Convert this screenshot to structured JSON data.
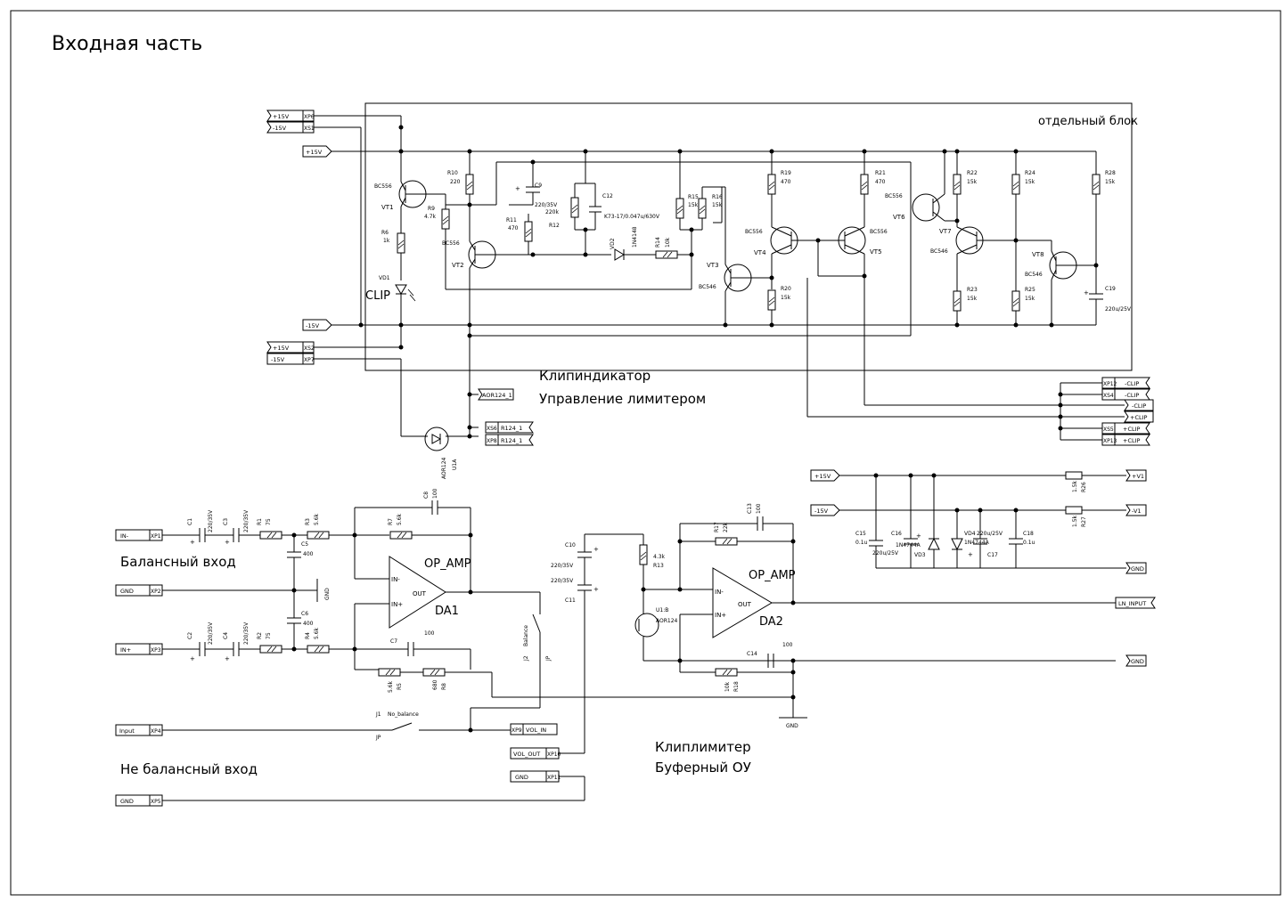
{
  "title": "Входная часть",
  "block_label": "отдельный блок",
  "captions": {
    "clip_indicator": "Клипиндикатор",
    "limiter_control": "Управление лимитером",
    "balanced_input": "Балансный вход",
    "unbalanced_input": "Не балансный вход",
    "clip_limiter": "Клиплимитер",
    "buffer_opamp": "Буферный ОУ"
  },
  "connectors": {
    "p15v_top": {
      "net": "+15V",
      "pin": "XP6"
    },
    "m15v_top": {
      "net": "-15V",
      "pin": "XS1"
    },
    "p15v_rail": "+15V",
    "m15v_rail": "-15V",
    "p15v_bot": {
      "net": "+15V",
      "pin": "XS2"
    },
    "m15v_bot": {
      "net": "-15V",
      "pin": "XP7"
    },
    "aor124_1": "AOR124_1",
    "r124_a": {
      "net": "R124_1",
      "pin": "XS6"
    },
    "r124_b": {
      "net": "R124_1",
      "pin": "XP8"
    },
    "in_minus": {
      "net": "IN-",
      "pin": "XP1"
    },
    "gnd_bal": {
      "net": "GND",
      "pin": "XP2"
    },
    "in_plus": {
      "net": "IN+",
      "pin": "XP3"
    },
    "input": {
      "net": "Input",
      "pin": "XP4"
    },
    "gnd_unbal": {
      "net": "GND",
      "pin": "XP5"
    },
    "vol_in": {
      "net": "VOL_IN",
      "pin": "XP9"
    },
    "vol_out": {
      "net": "VOL_OUT",
      "pin": "XP10"
    },
    "gnd_xp11": {
      "net": "GND",
      "pin": "XP11"
    },
    "clip_r1": {
      "pin": "XP12",
      "net": "-CLIP"
    },
    "clip_r2": {
      "pin": "XS4",
      "net": "-CLIP"
    },
    "clip_r3": {
      "net": "-CLIP"
    },
    "clip_r4": {
      "net": "+CLIP"
    },
    "clip_r5": {
      "pin": "XS5",
      "net": "+CLIP"
    },
    "clip_r6": {
      "pin": "XP13",
      "net": "+CLIP"
    },
    "p15v_right": "+15V",
    "m15v_right": "-15V",
    "pv1": "+V1",
    "mv1": "-V1",
    "gnd_right1": "GND",
    "ln_input": "LN_INPUT",
    "gnd_right2": "GND"
  },
  "transistors": {
    "vt1": {
      "ref": "VT1",
      "type": "BC556"
    },
    "vt2": {
      "ref": "VT2",
      "type": "BC556"
    },
    "vt3": {
      "ref": "VT3",
      "type": "BC546"
    },
    "vt4": {
      "ref": "VT4",
      "type": "BC556"
    },
    "vt5": {
      "ref": "VT5",
      "type": "BC556"
    },
    "vt6": {
      "ref": "VT6",
      "type": "BC556"
    },
    "vt7": {
      "ref": "VT7",
      "type": "BC546"
    },
    "vt8": {
      "ref": "VT8",
      "type": "BC546"
    }
  },
  "resistors": {
    "r1": {
      "ref": "R1",
      "val": "75"
    },
    "r2": {
      "ref": "R2",
      "val": "75"
    },
    "r3": {
      "ref": "R3",
      "val": "5.6k"
    },
    "r4": {
      "ref": "R4",
      "val": "5.6k"
    },
    "r5": {
      "ref": "R5",
      "val": "5.6k"
    },
    "r6": {
      "ref": "R6",
      "val": "1k"
    },
    "r7": {
      "ref": "R7",
      "val": "5.6k"
    },
    "r8": {
      "ref": "R8",
      "val": "680"
    },
    "r9": {
      "ref": "R9",
      "val": "4.7k"
    },
    "r10": {
      "ref": "R10",
      "val": "220"
    },
    "r11": {
      "ref": "R11",
      "val": "470"
    },
    "r12": {
      "ref": "R12",
      "val": "220k"
    },
    "r13": {
      "ref": "R13",
      "val": "4.3k"
    },
    "r14": {
      "ref": "R14",
      "val": "10k"
    },
    "r15": {
      "ref": "R15",
      "val": "15k"
    },
    "r16": {
      "ref": "R16",
      "val": "15k"
    },
    "r17": {
      "ref": "R17",
      "val": "22k"
    },
    "r18": {
      "ref": "R18",
      "val": "10k"
    },
    "r19": {
      "ref": "R19",
      "val": "470"
    },
    "r20": {
      "ref": "R20",
      "val": "15k"
    },
    "r21": {
      "ref": "R21",
      "val": "470"
    },
    "r22": {
      "ref": "R22",
      "val": "15k"
    },
    "r23": {
      "ref": "R23",
      "val": "15k"
    },
    "r24": {
      "ref": "R24",
      "val": "15k"
    },
    "r25": {
      "ref": "R25",
      "val": "15k"
    },
    "r26": {
      "ref": "R26",
      "val": "1.5k"
    },
    "r27": {
      "ref": "R27",
      "val": "1.5k"
    },
    "r28": {
      "ref": "R28",
      "val": "15k"
    }
  },
  "capacitors": {
    "c1": {
      "ref": "C1",
      "val": "220/35V"
    },
    "c2": {
      "ref": "C2",
      "val": "220/35V"
    },
    "c3": {
      "ref": "C3",
      "val": "220/35V"
    },
    "c4": {
      "ref": "C4",
      "val": "220/35V"
    },
    "c5": {
      "ref": "C5",
      "val": "400"
    },
    "c6": {
      "ref": "C6",
      "val": "400"
    },
    "c7": {
      "ref": "C7",
      "val": "100"
    },
    "c8": {
      "ref": "C8",
      "val": "100"
    },
    "c9": {
      "ref": "C9",
      "val": "220/35V"
    },
    "c10": {
      "ref": "C10",
      "val": "220/35V"
    },
    "c11": {
      "ref": "C11",
      "val": "220/35V"
    },
    "c12": {
      "ref": "C12",
      "val": "K73-17/0.047u/630V"
    },
    "c13": {
      "ref": "C13",
      "val": "100"
    },
    "c14": {
      "ref": "C14",
      "val": "100"
    },
    "c15": {
      "ref": "C15",
      "val": "0.1u"
    },
    "c16": {
      "ref": "C16",
      "val": "220u/25V"
    },
    "c17": {
      "ref": "C17",
      "val": "220u/25V"
    },
    "c18": {
      "ref": "C18",
      "val": "0.1u"
    },
    "c19": {
      "ref": "C19",
      "val": "220u/25V"
    }
  },
  "diodes": {
    "vd1": {
      "ref": "VD1",
      "label": "CLIP"
    },
    "vd2": {
      "ref": "VD2",
      "val": "1N4148"
    },
    "vd3": {
      "ref": "VD3",
      "val": "1N4744A"
    },
    "vd4": {
      "ref": "VD4",
      "val": "1N4744A"
    }
  },
  "opamps": {
    "da1": {
      "ref": "DA1",
      "type": "OP_AMP",
      "inm": "IN-",
      "inp": "IN+",
      "out": "OUT"
    },
    "da2": {
      "ref": "DA2",
      "type": "OP_AMP",
      "inm": "IN-",
      "inp": "IN+",
      "out": "OUT"
    }
  },
  "optos": {
    "u1a": {
      "ref": "U1A",
      "type": "AOR124"
    },
    "u1b": {
      "ref": "U1:B",
      "type": "AOR124"
    }
  },
  "jumpers": {
    "j1": {
      "ref": "J1",
      "name": "No_balance",
      "type": "JP"
    },
    "j2": {
      "ref": "J2",
      "name": "Balance",
      "type": "JP"
    }
  },
  "grounds": {
    "gnd1": "GND",
    "gnd2": "GND"
  }
}
